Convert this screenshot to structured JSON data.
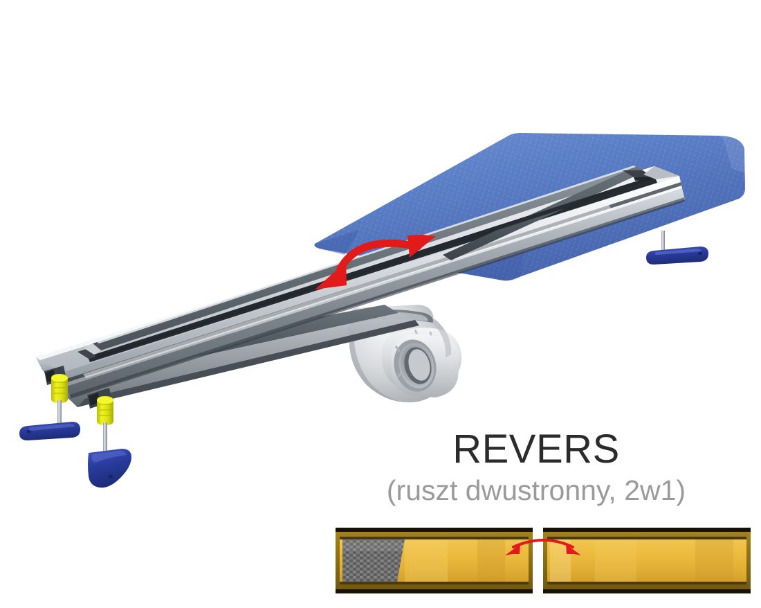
{
  "background_color": "#ffffff",
  "caption": {
    "title": "REVERS",
    "subtitle": "(ruszt dwustronny, 2w1)"
  },
  "product": {
    "name": "linear-shower-drain",
    "channel_label": "stainless-steel-channel-body",
    "grate_label": "reversible-grate-cover",
    "membrane_label": "blue-waterproofing-membrane",
    "siphon_label": "gray-plastic-siphon-trap",
    "outlet_label": "siphon-outlet-pipe",
    "leg_label": "adjustable-leg",
    "collar_label": "yellow-adjustment-collar",
    "footpad_label": "blue-foot-pad",
    "arrow_label": "reversible-flip-arrow"
  },
  "swatches": {
    "tile_insert_side": {
      "name": "tile-insert-grate-side",
      "frame_color": "#8a6e14",
      "inner_color": "#e8b63a",
      "insert_color": "#6e6e6e"
    },
    "solid_gold_side": {
      "name": "solid-gold-grate-side",
      "frame_color": "#8a6e14",
      "inner_color": "#eebb3c"
    },
    "flip_arrow": {
      "name": "swatch-flip-arrow",
      "color": "#e31a1a"
    }
  },
  "colors": {
    "steel_light": "#f2f4f6",
    "steel_mid": "#c3c8cd",
    "steel_dark": "#7d858d",
    "steel_shadow": "#4d555d",
    "grate_face": "#6f7880",
    "membrane_blue": "#5b7fc7",
    "membrane_blue_dark": "#4a6cb4",
    "siphon_gray": "#d8dadd",
    "siphon_gray_dark": "#a8acb1",
    "collar_yellow": "#e5e820",
    "footpad_blue": "#2a3c9e",
    "arrow_red": "#e31a1a",
    "text_dark": "#2b2b2b",
    "text_gray": "#9a9a9a"
  }
}
